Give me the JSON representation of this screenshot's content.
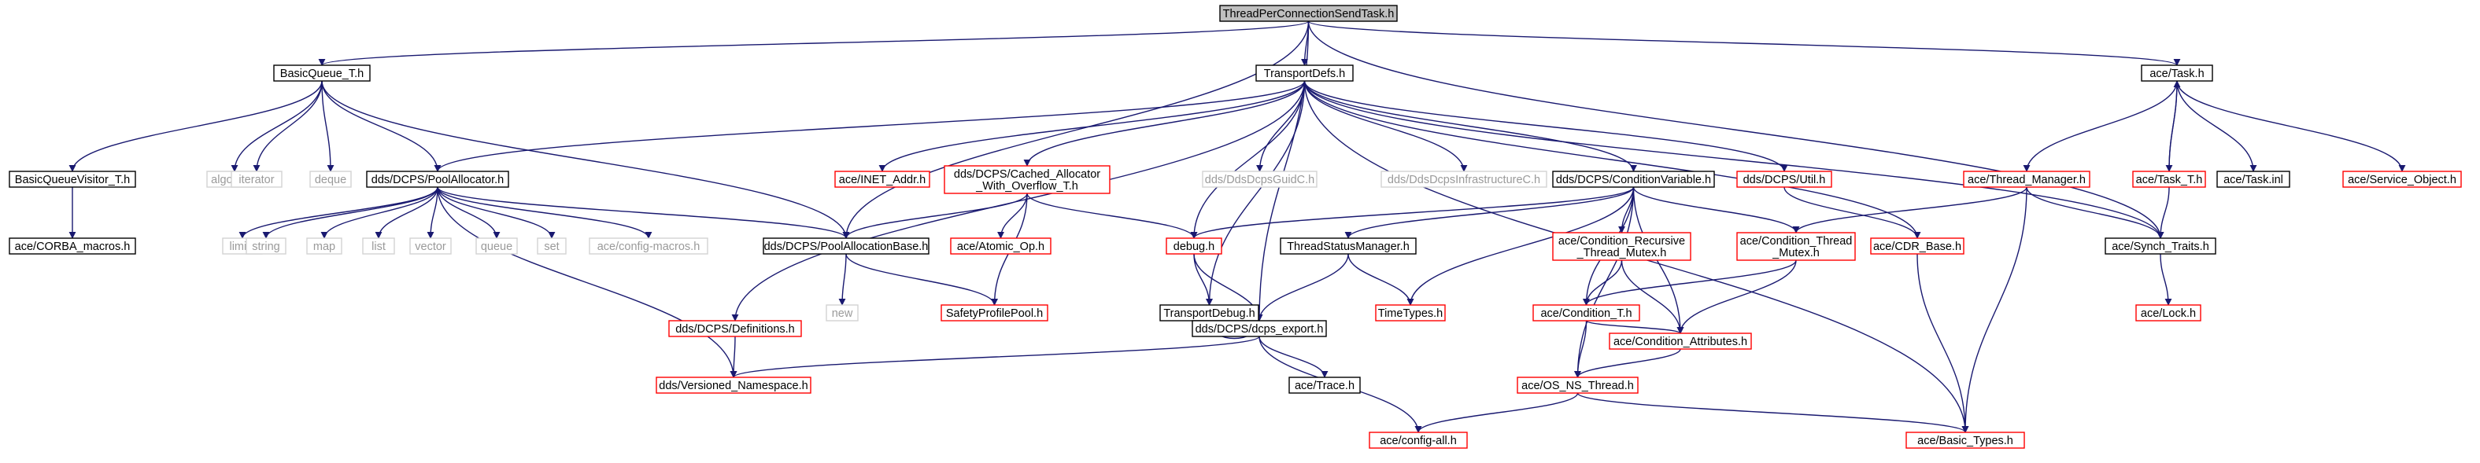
{
  "colors": {
    "edge": "#191970",
    "root_fill": "#bfbfbf",
    "documented_border": "#000000",
    "partial_border": "#ff0000",
    "external_text": "#9a9a9a"
  },
  "nodes": [
    {
      "id": "root",
      "label": "ThreadPerConnectionSendTask.h",
      "style": "root"
    },
    {
      "id": "bq",
      "label": "BasicQueue_T.h",
      "style": "black"
    },
    {
      "id": "td",
      "label": "TransportDefs.h",
      "style": "black"
    },
    {
      "id": "acetask",
      "label": "ace/Task.h",
      "style": "black"
    },
    {
      "id": "bqv",
      "label": "BasicQueueVisitor_T.h",
      "style": "black"
    },
    {
      "id": "corbam",
      "label": "ace/CORBA_macros.h",
      "style": "black"
    },
    {
      "id": "algorithm",
      "label": "algorithm",
      "style": "grey"
    },
    {
      "id": "iterator",
      "label": "iterator",
      "style": "grey"
    },
    {
      "id": "deque",
      "label": "deque",
      "style": "grey"
    },
    {
      "id": "poolalloc",
      "label": "dds/DCPS/PoolAllocator.h",
      "style": "black"
    },
    {
      "id": "limits",
      "label": "limits",
      "style": "grey"
    },
    {
      "id": "string",
      "label": "string",
      "style": "grey"
    },
    {
      "id": "map",
      "label": "map",
      "style": "grey"
    },
    {
      "id": "list",
      "label": "list",
      "style": "grey"
    },
    {
      "id": "vector",
      "label": "vector",
      "style": "grey"
    },
    {
      "id": "queue",
      "label": "queue",
      "style": "grey"
    },
    {
      "id": "set",
      "label": "set",
      "style": "grey"
    },
    {
      "id": "configmacros",
      "label": "ace/config-macros.h",
      "style": "grey"
    },
    {
      "id": "inet",
      "label": "ace/INET_Addr.h",
      "style": "red"
    },
    {
      "id": "cachedalloc",
      "label": [
        "dds/DCPS/Cached_Allocator",
        "_With_Overflow_T.h"
      ],
      "style": "red"
    },
    {
      "id": "ddsguid",
      "label": "dds/DdsDcpsGuidC.h",
      "style": "grey"
    },
    {
      "id": "ddsinfra",
      "label": "dds/DdsDcpsInfrastructureC.h",
      "style": "grey"
    },
    {
      "id": "condvar",
      "label": "dds/DCPS/ConditionVariable.h",
      "style": "black"
    },
    {
      "id": "dcpsutil",
      "label": "dds/DCPS/Util.h",
      "style": "red"
    },
    {
      "id": "poolallocbase",
      "label": "dds/DCPS/PoolAllocationBase.h",
      "style": "black"
    },
    {
      "id": "new",
      "label": "new",
      "style": "grey"
    },
    {
      "id": "atomicop",
      "label": "ace/Atomic_Op.h",
      "style": "red"
    },
    {
      "id": "debug",
      "label": "debug.h",
      "style": "red"
    },
    {
      "id": "safetypool",
      "label": "SafetyProfilePool.h",
      "style": "red"
    },
    {
      "id": "tsm",
      "label": "ThreadStatusManager.h",
      "style": "black"
    },
    {
      "id": "tdebug",
      "label": "TransportDebug.h",
      "style": "black"
    },
    {
      "id": "timetypes",
      "label": "TimeTypes.h",
      "style": "red"
    },
    {
      "id": "condrec",
      "label": [
        "ace/Condition_Recursive",
        "_Thread_Mutex.h"
      ],
      "style": "red"
    },
    {
      "id": "condthr",
      "label": [
        "ace/Condition_Thread",
        "_Mutex.h"
      ],
      "style": "red"
    },
    {
      "id": "cdrbase",
      "label": "ace/CDR_Base.h",
      "style": "red"
    },
    {
      "id": "threadmgr",
      "label": "ace/Thread_Manager.h",
      "style": "red"
    },
    {
      "id": "taskt",
      "label": "ace/Task_T.h",
      "style": "red"
    },
    {
      "id": "taskinl",
      "label": "ace/Task.inl",
      "style": "black"
    },
    {
      "id": "serviceobj",
      "label": "ace/Service_Object.h",
      "style": "red"
    },
    {
      "id": "synchtraits",
      "label": "ace/Synch_Traits.h",
      "style": "black"
    },
    {
      "id": "acelock",
      "label": "ace/Lock.h",
      "style": "red"
    },
    {
      "id": "definitions",
      "label": "dds/DCPS/Definitions.h",
      "style": "red"
    },
    {
      "id": "condt",
      "label": "ace/Condition_T.h",
      "style": "red"
    },
    {
      "id": "condattr",
      "label": "ace/Condition_Attributes.h",
      "style": "red"
    },
    {
      "id": "dcpsexport",
      "label": "dds/DCPS/dcps_export.h",
      "style": "black"
    },
    {
      "id": "versioned",
      "label": "dds/Versioned_Namespace.h",
      "style": "red"
    },
    {
      "id": "acetrace",
      "label": "ace/Trace.h",
      "style": "black"
    },
    {
      "id": "osns",
      "label": "ace/OS_NS_Thread.h",
      "style": "red"
    },
    {
      "id": "configall",
      "label": "ace/config-all.h",
      "style": "red"
    },
    {
      "id": "basictypes",
      "label": "ace/Basic_Types.h",
      "style": "red"
    }
  ],
  "edges": [
    [
      "root",
      "bq"
    ],
    [
      "root",
      "td"
    ],
    [
      "root",
      "acetask"
    ],
    [
      "root",
      "poolallocbase"
    ],
    [
      "root",
      "dcpsexport"
    ],
    [
      "root",
      "synchtraits"
    ],
    [
      "bq",
      "bqv"
    ],
    [
      "bq",
      "algorithm"
    ],
    [
      "bq",
      "iterator"
    ],
    [
      "bq",
      "deque"
    ],
    [
      "bq",
      "poolalloc"
    ],
    [
      "bq",
      "poolallocbase"
    ],
    [
      "bqv",
      "corbam"
    ],
    [
      "poolalloc",
      "limits"
    ],
    [
      "poolalloc",
      "string"
    ],
    [
      "poolalloc",
      "map"
    ],
    [
      "poolalloc",
      "list"
    ],
    [
      "poolalloc",
      "vector"
    ],
    [
      "poolalloc",
      "queue"
    ],
    [
      "poolalloc",
      "set"
    ],
    [
      "poolalloc",
      "configmacros"
    ],
    [
      "poolalloc",
      "poolallocbase"
    ],
    [
      "poolalloc",
      "versioned"
    ],
    [
      "td",
      "poolalloc"
    ],
    [
      "td",
      "inet"
    ],
    [
      "td",
      "cachedalloc"
    ],
    [
      "td",
      "ddsguid"
    ],
    [
      "td",
      "ddsinfra"
    ],
    [
      "td",
      "condvar"
    ],
    [
      "td",
      "dcpsutil"
    ],
    [
      "td",
      "cdrbase"
    ],
    [
      "td",
      "debug"
    ],
    [
      "td",
      "tdebug"
    ],
    [
      "td",
      "definitions"
    ],
    [
      "td",
      "basictypes"
    ],
    [
      "td",
      "synchtraits"
    ],
    [
      "cachedalloc",
      "poolallocbase"
    ],
    [
      "cachedalloc",
      "atomicop"
    ],
    [
      "cachedalloc",
      "debug"
    ],
    [
      "cachedalloc",
      "safetypool"
    ],
    [
      "poolallocbase",
      "new"
    ],
    [
      "poolallocbase",
      "safetypool"
    ],
    [
      "debug",
      "tdebug"
    ],
    [
      "debug",
      "dcpsexport"
    ],
    [
      "tdebug",
      "dcpsexport"
    ],
    [
      "condvar",
      "tsm"
    ],
    [
      "condvar",
      "timetypes"
    ],
    [
      "condvar",
      "condrec"
    ],
    [
      "condvar",
      "condthr"
    ],
    [
      "condvar",
      "condt"
    ],
    [
      "condvar",
      "condattr"
    ],
    [
      "condvar",
      "osns"
    ],
    [
      "condvar",
      "debug"
    ],
    [
      "tsm",
      "timetypes"
    ],
    [
      "tsm",
      "dcpsexport"
    ],
    [
      "condrec",
      "condt"
    ],
    [
      "condrec",
      "condattr"
    ],
    [
      "condthr",
      "condt"
    ],
    [
      "condthr",
      "condattr"
    ],
    [
      "condt",
      "condattr"
    ],
    [
      "condt",
      "osns"
    ],
    [
      "condattr",
      "osns"
    ],
    [
      "osns",
      "configall"
    ],
    [
      "osns",
      "basictypes"
    ],
    [
      "dcpsutil",
      "cdrbase"
    ],
    [
      "cdrbase",
      "basictypes"
    ],
    [
      "definitions",
      "versioned"
    ],
    [
      "dcpsexport",
      "versioned"
    ],
    [
      "dcpsexport",
      "acetrace"
    ],
    [
      "dcpsexport",
      "configall"
    ],
    [
      "acetask",
      "threadmgr"
    ],
    [
      "acetask",
      "taskt"
    ],
    [
      "acetask",
      "taskinl"
    ],
    [
      "acetask",
      "serviceobj"
    ],
    [
      "threadmgr",
      "condthr"
    ],
    [
      "threadmgr",
      "synchtraits"
    ],
    [
      "threadmgr",
      "basictypes"
    ],
    [
      "taskt",
      "acetask"
    ],
    [
      "taskt",
      "synchtraits"
    ],
    [
      "synchtraits",
      "acelock"
    ]
  ]
}
